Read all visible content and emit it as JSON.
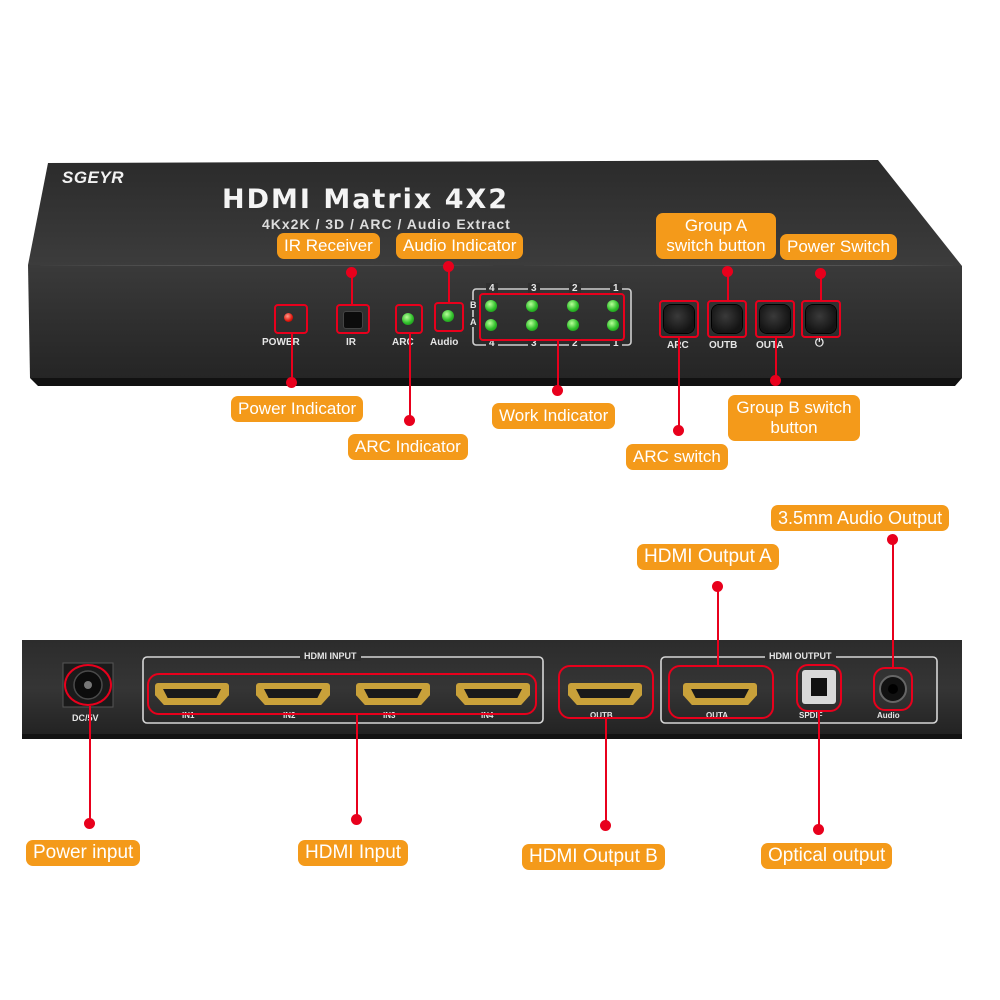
{
  "brand": "SGEYR",
  "product": {
    "title": "HDMI Matrix 4X2",
    "subtitle": "4Kx2K / 3D / ARC / Audio Extract"
  },
  "front_panel": {
    "power": "POWER",
    "ir": "IR",
    "arc": "ARC",
    "audio": "Audio",
    "work_numbers": [
      "4",
      "3",
      "2",
      "1"
    ],
    "row_b": "B",
    "row_a": "A",
    "btn_arc": "ARC",
    "btn_outb": "OUTB",
    "btn_outa": "OUTA",
    "btn_power": "⏻"
  },
  "rear_panel": {
    "dc": "DC/5V",
    "hdmi_input": "HDMI INPUT",
    "inputs": [
      "IN1",
      "IN2",
      "IN3",
      "IN4"
    ],
    "outb": "OUTB",
    "hdmi_output": "HDMI OUTPUT",
    "outa": "OUTA",
    "spdif": "SPDIF",
    "audio": "Audio"
  },
  "callouts": {
    "ir_receiver": "IR Receiver",
    "audio_indicator": "Audio Indicator",
    "group_a": "Group A switch button",
    "power_switch": "Power Switch",
    "power_indicator": "Power Indicator",
    "arc_indicator": "ARC Indicator",
    "work_indicator": "Work Indicator",
    "arc_switch": "ARC switch",
    "group_b": "Group B switch button",
    "audio_35": "3.5mm Audio Output",
    "hdmi_out_a": "HDMI Output A",
    "power_input": "Power input",
    "hdmi_input": "HDMI Input",
    "hdmi_out_b": "HDMI Output B",
    "optical": "Optical output"
  },
  "colors": {
    "callout": "#f49a1a",
    "accent_red": "#e8001c",
    "device": "#2a2a2a"
  }
}
